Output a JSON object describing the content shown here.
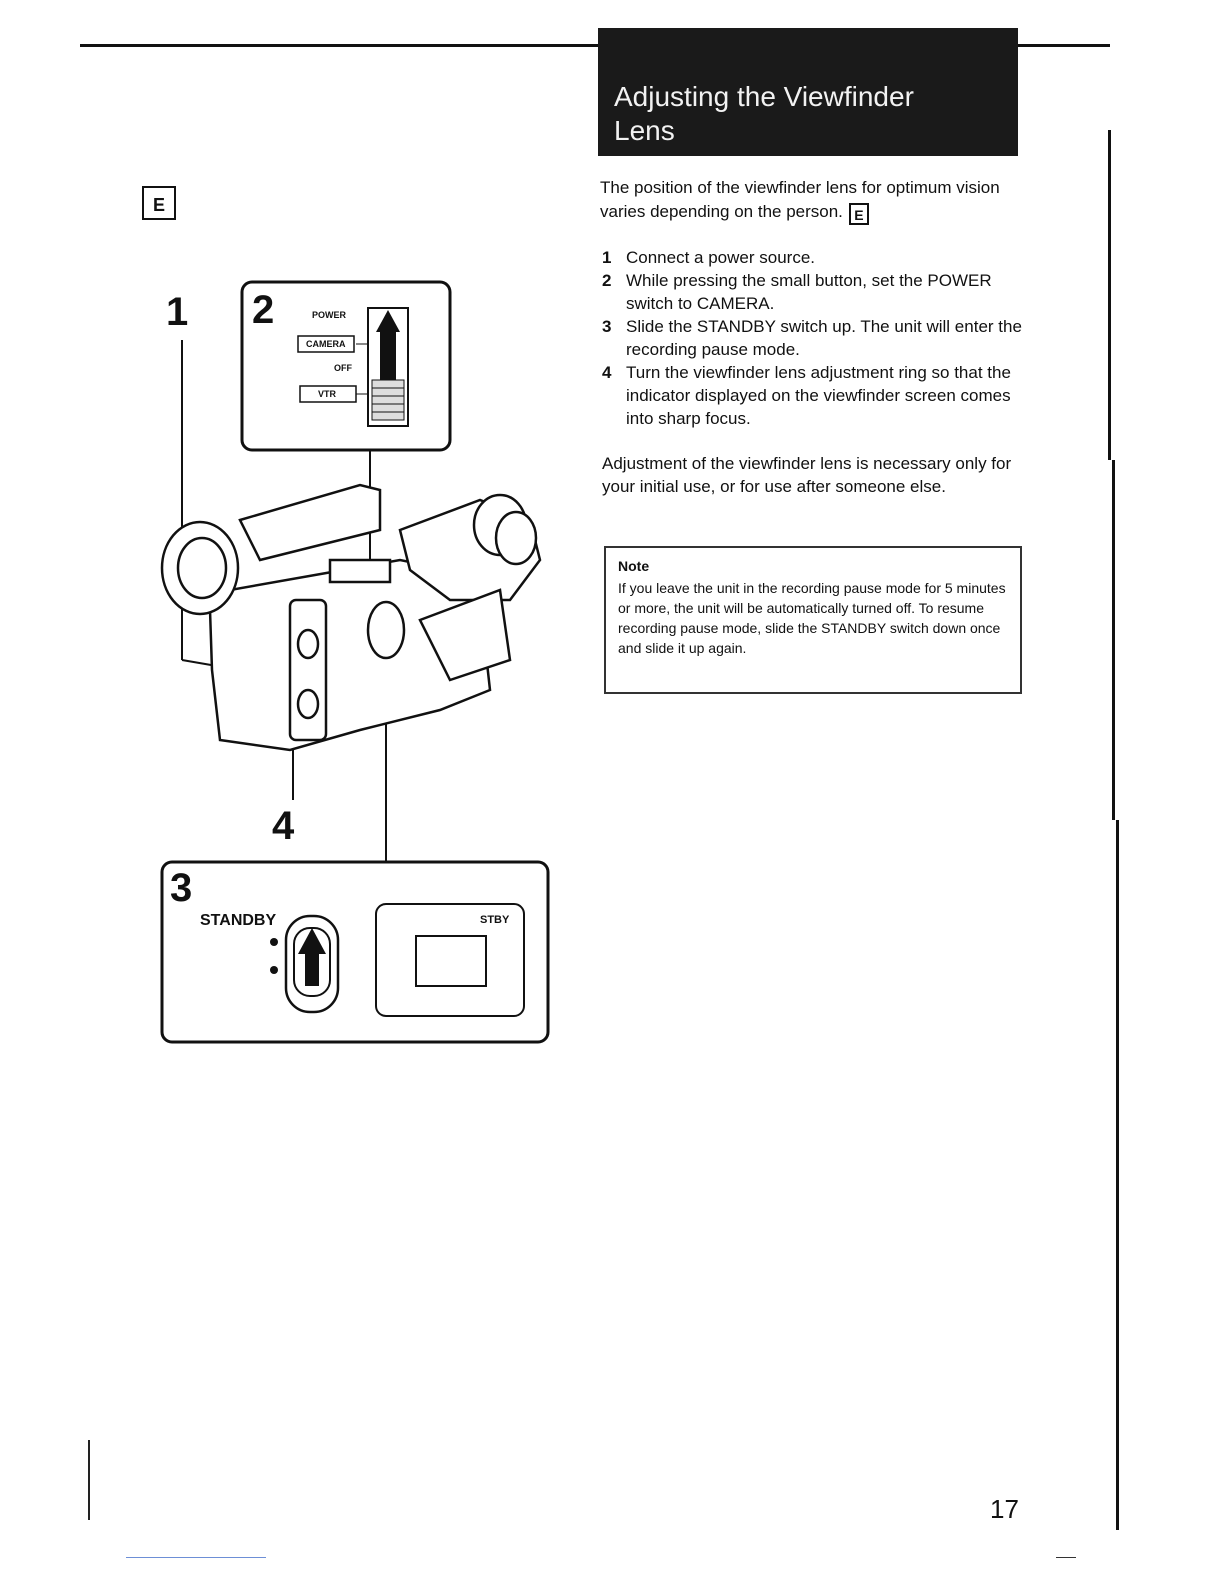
{
  "header": {
    "title_line1": "Adjusting the Viewfinder",
    "title_line2": "Lens"
  },
  "figure": {
    "label": "E",
    "step_labels": [
      "1",
      "2",
      "3",
      "4"
    ],
    "power_panel": {
      "power": "POWER",
      "camera": "CAMERA",
      "off": "OFF",
      "vtr": "VTR"
    },
    "standby_panel": {
      "standby": "STANDBY",
      "stby": "STBY"
    }
  },
  "body": {
    "intro": "The position of the viewfinder lens for optimum vision varies depending on the person.",
    "intro_ref": "E",
    "steps": [
      {
        "num": "1",
        "text": "Connect a power source."
      },
      {
        "num": "2",
        "text": "While pressing the small button, set the POWER switch to CAMERA."
      },
      {
        "num": "3",
        "text": "Slide the STANDBY switch up. The unit will enter the recording pause mode."
      },
      {
        "num": "4",
        "text": "Turn the viewfinder lens adjustment ring so that the indicator displayed on the viewfinder screen comes into sharp focus."
      }
    ],
    "paragraph": "Adjustment of the viewfinder lens is necessary only for your initial use, or for use after someone else."
  },
  "note": {
    "title": "Note",
    "text": "If you leave the unit in the recording pause mode for 5 minutes or more, the unit will be automatically turned off. To resume recording pause mode, slide the STANDBY switch down once and slide it up again."
  },
  "footer": {
    "page_number": "17"
  }
}
